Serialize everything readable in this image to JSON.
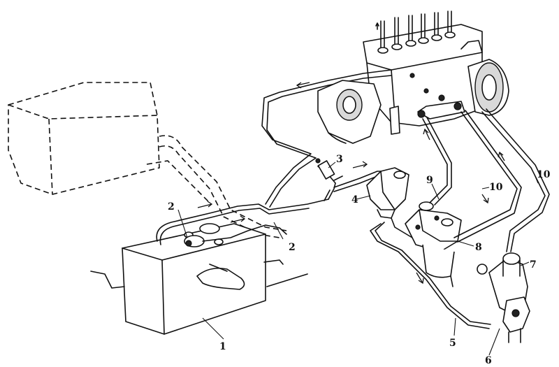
{
  "callouts": {
    "c1": "1",
    "c2a": "2",
    "c2b": "2",
    "c3": "3",
    "c4": "4",
    "c5": "5",
    "c6": "6",
    "c7": "7",
    "c8": "8",
    "c9": "9",
    "c10a": "10",
    "c10b": "10"
  }
}
